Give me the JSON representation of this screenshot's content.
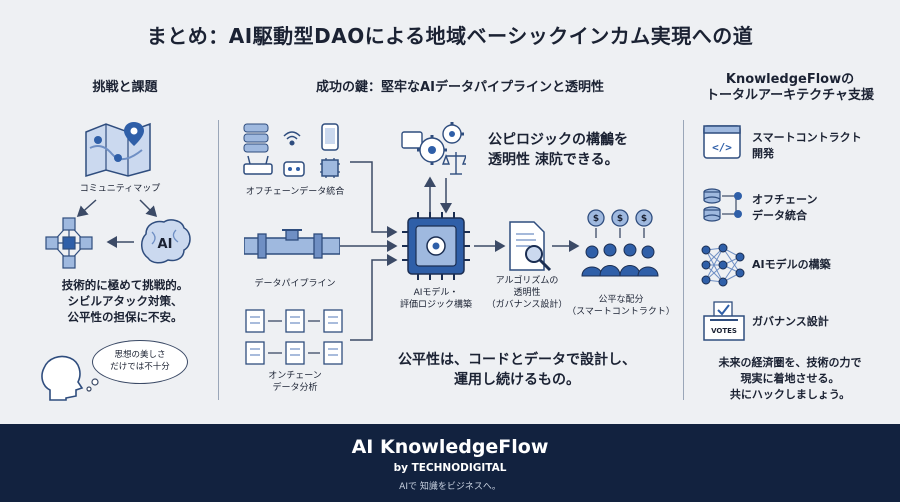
{
  "title": "まとめ：AI駆動型DAOによる地域ベーシックインカム実現への道",
  "left": {
    "heading": "挑戦と課題",
    "map_label": "コミュニティマップ",
    "brain_icon_text": "AI",
    "challenge_text": [
      "技術的に極めて挑戦的。",
      "シビルアタック対策、",
      "公平性の担保に不安。"
    ],
    "bubble_text": [
      "思想の美しさ",
      "だけでは不十分"
    ]
  },
  "center": {
    "heading": "成功の鍵：堅牢なAIデータパイプラインと透明性",
    "offchain_label": "オフチェーンデータ統合",
    "pipeline_label": "データパイプライン",
    "onchain_label": [
      "オンチェーン",
      "データ分析"
    ],
    "chip_label": [
      "AIモデル・",
      "評価ロジック構築"
    ],
    "algo_label": [
      "アルゴリズムの",
      "透明性",
      "（ガバナンス設計）"
    ],
    "fair_label": [
      "公平な配分",
      "（スマートコントラクト）"
    ],
    "logic_text": [
      "公ピロジックの構鸙を",
      "透明性 涑阬できる。"
    ],
    "fairness_text": [
      "公平性は、コードとデータで設計し、",
      "運用し続けるもの。"
    ]
  },
  "right": {
    "heading": [
      "KnowledgeFlowの",
      "トータルアーキテクチャ支援"
    ],
    "items": [
      {
        "label": [
          "スマートコントラクト",
          "開発"
        ],
        "icon": "code-window-icon"
      },
      {
        "label": [
          "オフチェーン",
          "データ統合"
        ],
        "icon": "database-network-icon"
      },
      {
        "label": [
          "AIモデルの構築"
        ],
        "icon": "neural-network-icon"
      },
      {
        "label": [
          "ガバナンス設計"
        ],
        "icon": "ballot-box-icon"
      }
    ],
    "ballot_text": "VOTES",
    "closing_text": [
      "未来の経済圏を、技術の力で",
      "現実に着地させる。",
      "共にハックしましょう。"
    ]
  },
  "footer": {
    "brand": "AI KnowledgeFlow",
    "by": "by TECHNODIGITAL",
    "tagline": "AIで 知識をビジネスへ。"
  },
  "colors": {
    "accent": "#2f5fa8",
    "light_accent": "#9fb9df",
    "dark": "#1b2233",
    "footer_bg": "#12223f"
  }
}
